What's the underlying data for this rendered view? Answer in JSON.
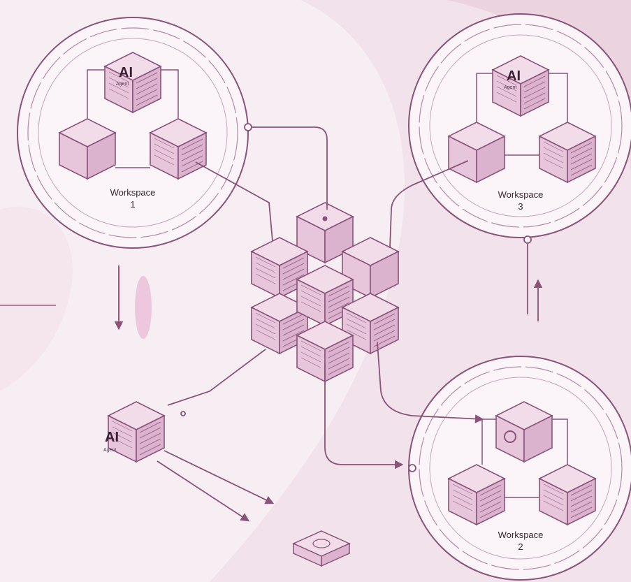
{
  "colors": {
    "background": "#f7eef3",
    "backdrop_shape": "#ecd6e2",
    "line": "#8a5378",
    "cube_top": "#f2dcea",
    "cube_left": "#e7c6dc",
    "cube_right": "#dcb3cf",
    "accent": "#b0407f"
  },
  "workspaces": [
    {
      "name": "Workspace",
      "number": "1"
    },
    {
      "name": "Workspace",
      "number": "3"
    },
    {
      "name": "Workspace",
      "number": "2"
    }
  ],
  "ai_blocks": [
    {
      "title": "AI",
      "subtitle": "Agent"
    },
    {
      "title": "AI",
      "subtitle": "Agent"
    },
    {
      "title": "AI",
      "subtitle": "Agent"
    }
  ]
}
